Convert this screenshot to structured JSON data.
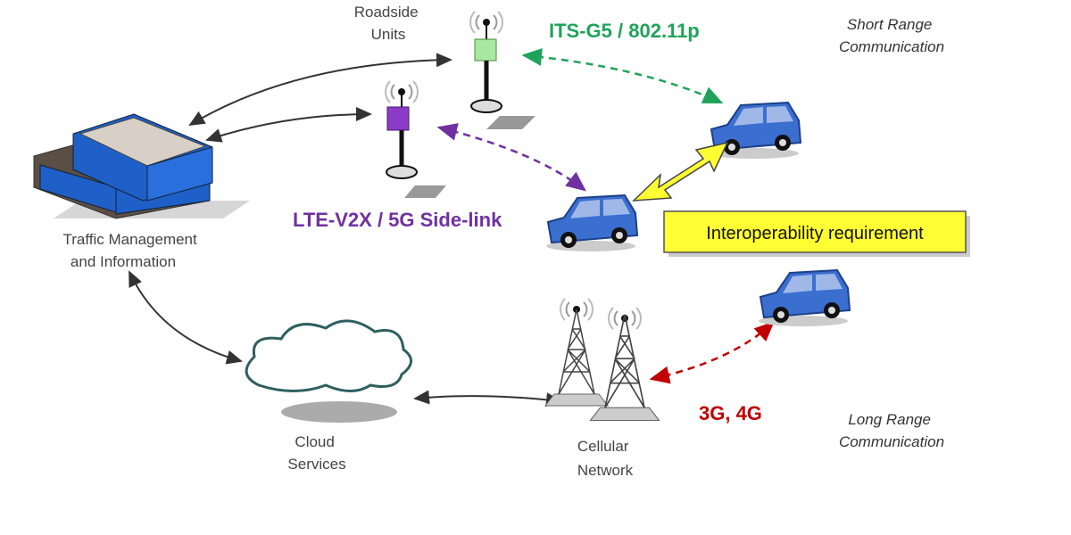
{
  "labels": {
    "roadside_units": [
      "Roadside",
      "Units"
    ],
    "traffic_management": [
      "Traffic Management",
      "and Information"
    ],
    "cloud_services": [
      "Cloud",
      "Services"
    ],
    "cellular_network": [
      "Cellular",
      "Network"
    ],
    "short_range": [
      "Short Range",
      "Communication"
    ],
    "long_range": [
      "Long Range",
      "Communication"
    ]
  },
  "protocols": {
    "its_g5": "ITS-G5 / 802.11p",
    "lte_v2x": "LTE-V2X / 5G Side-link",
    "cellular": "3G, 4G"
  },
  "callout": "Interoperability requirement",
  "colors": {
    "its_g5": "#1fa35a",
    "lte_v2x": "#7030a0",
    "cellular": "#c00000",
    "callout_bg": "#ffff33",
    "car": "#3a6fd0",
    "building": "#1f5fc8"
  }
}
